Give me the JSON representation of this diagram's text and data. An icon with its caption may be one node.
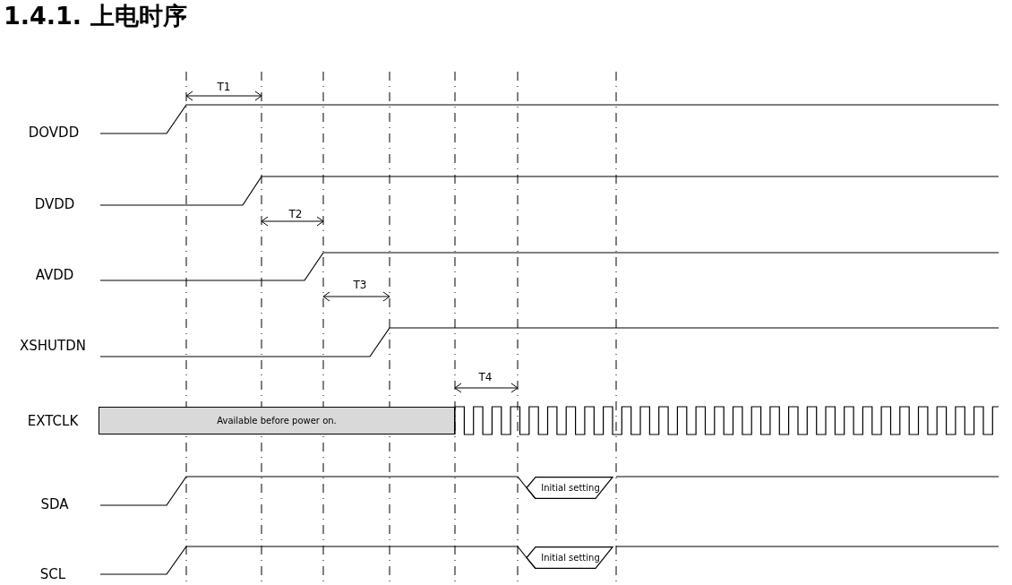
{
  "diagram": {
    "title": "1.4.1. 上电时序",
    "nodes": [
      {
        "text": [
          "Available before power on."
        ]
      },
      {
        "text": [
          "Initial setting"
        ]
      },
      {
        "text": [
          "Initial setting"
        ]
      }
    ],
    "labels": [
      "T1",
      "DOVDD",
      "DVDD",
      "T2",
      "AVDD",
      "T3",
      "XSHUTDN",
      "T4",
      "EXTCLK",
      "SDA",
      "SCL"
    ]
  }
}
